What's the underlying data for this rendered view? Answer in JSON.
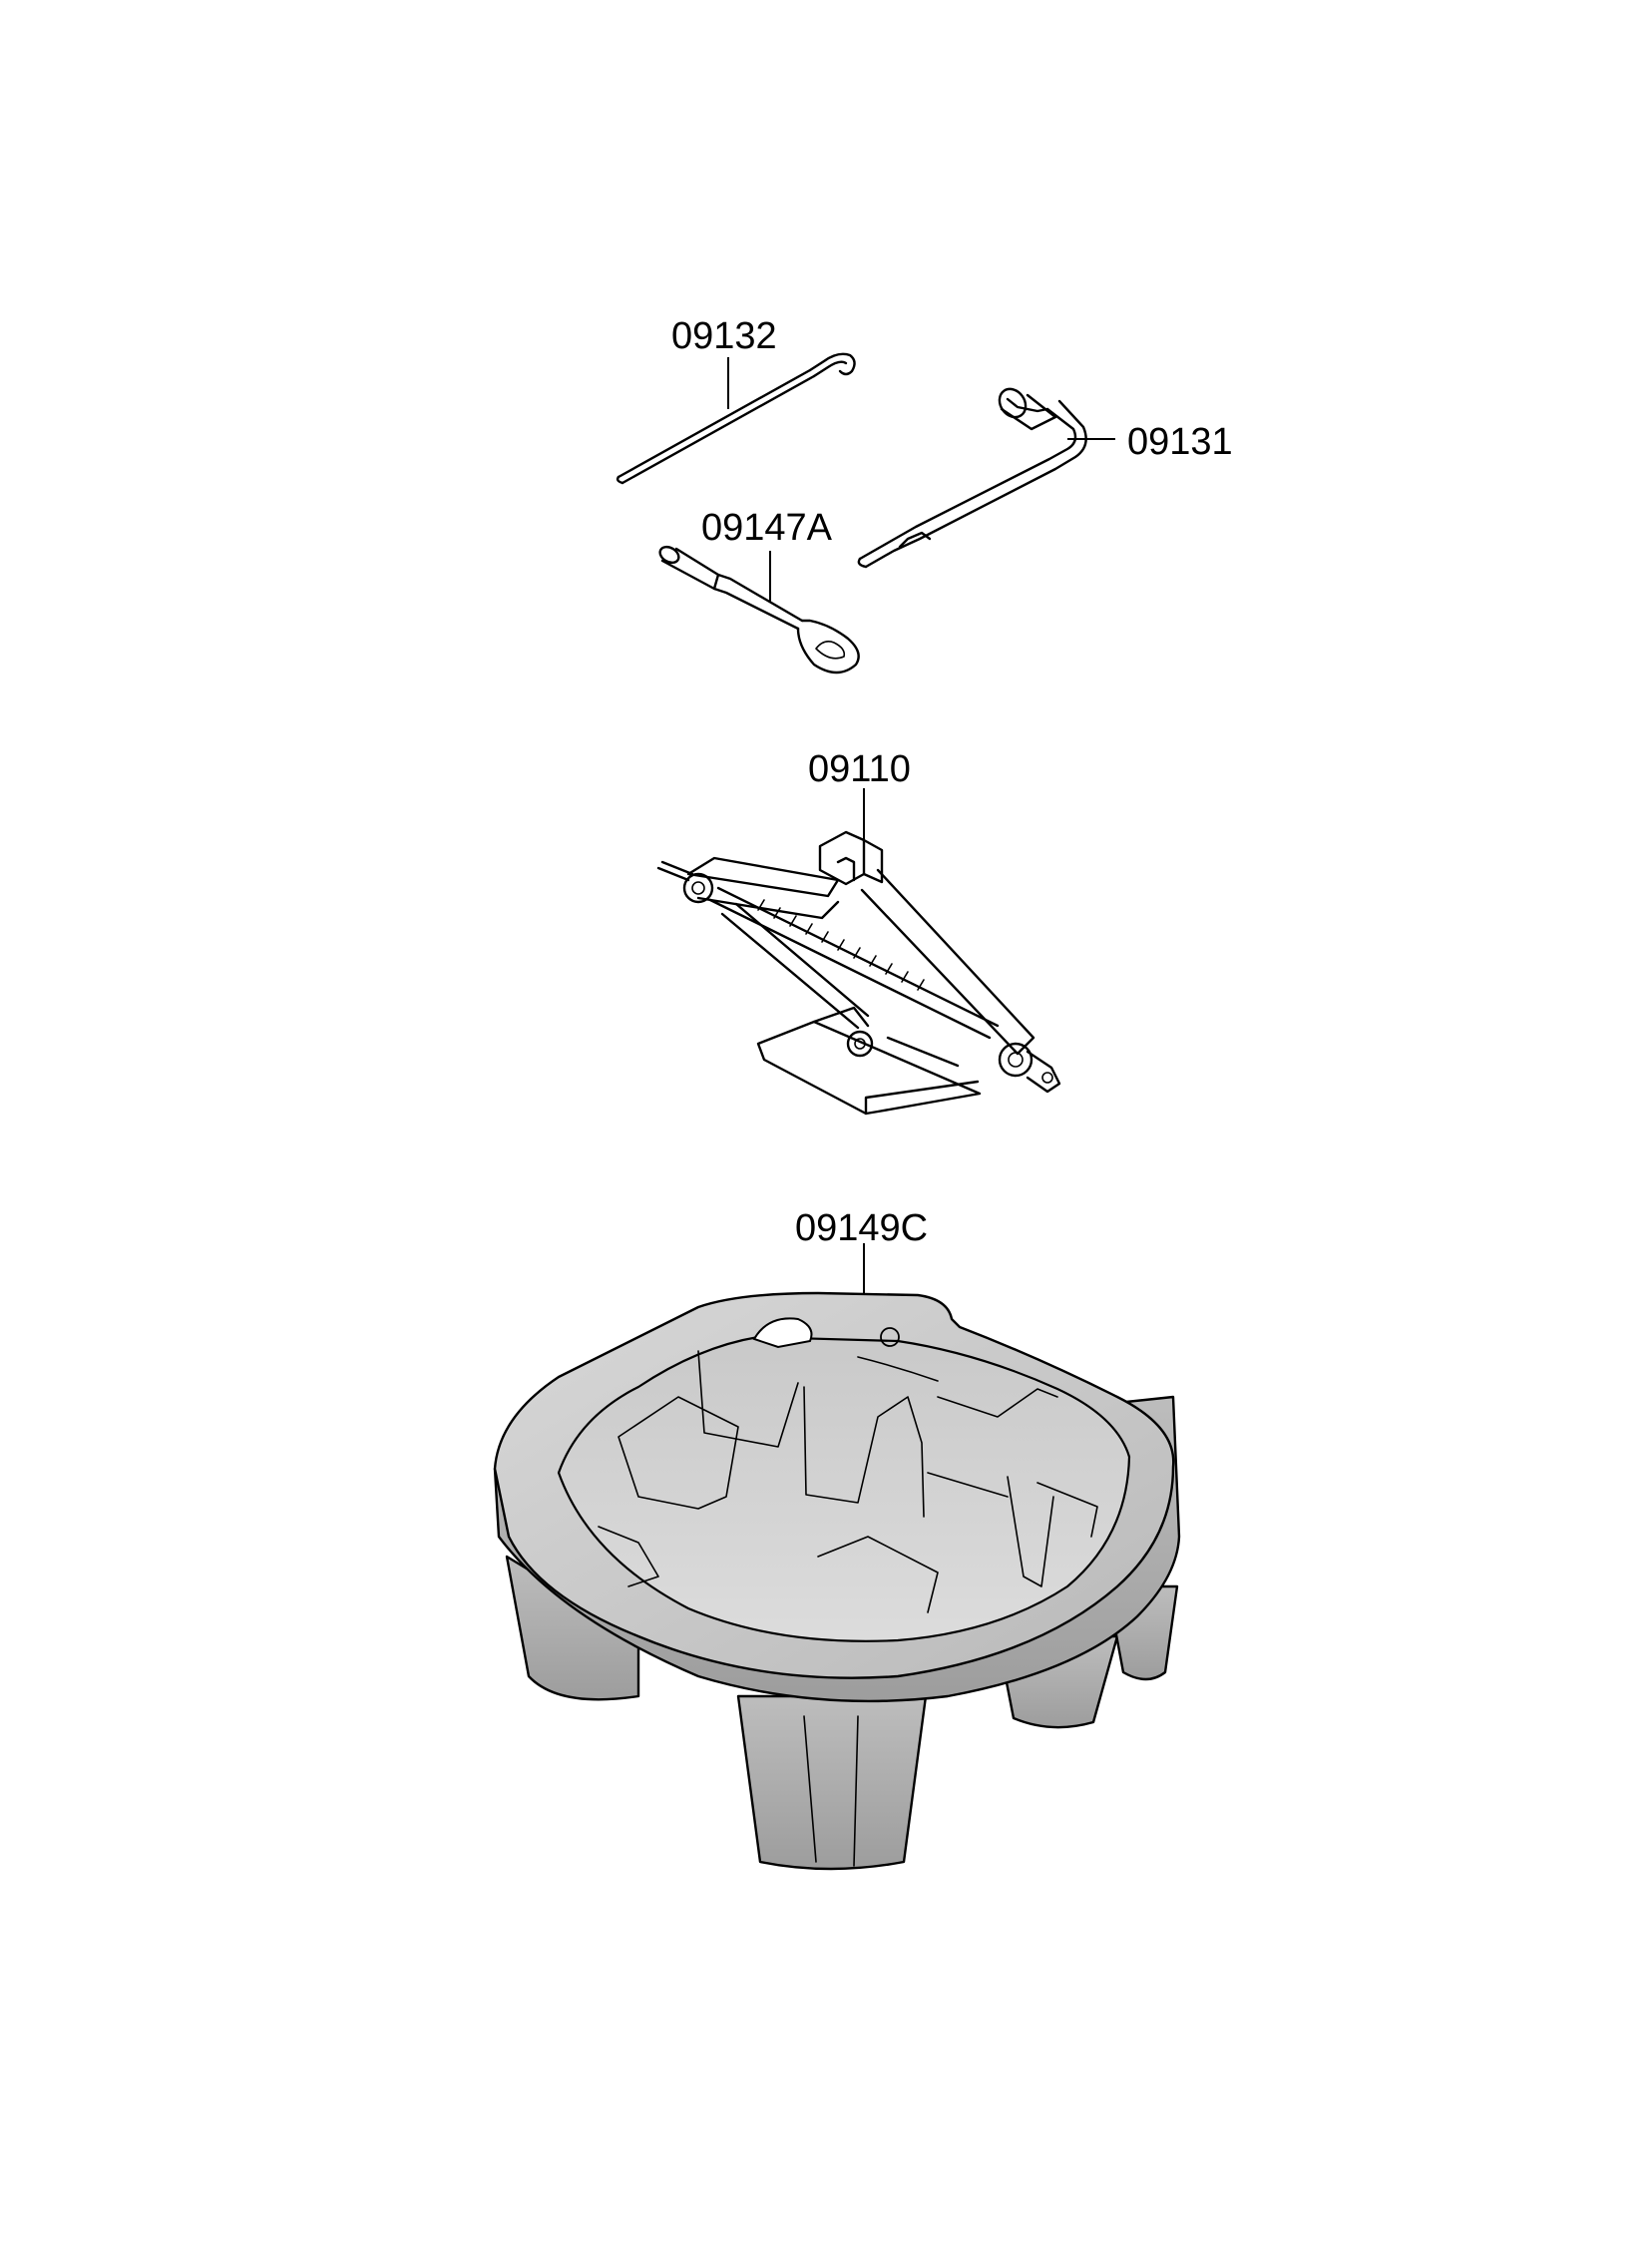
{
  "parts": [
    {
      "key": "extension_bar",
      "label": "09132"
    },
    {
      "key": "wheel_wrench",
      "label": "09131"
    },
    {
      "key": "jack_handle",
      "label": "09147A"
    },
    {
      "key": "jack",
      "label": "09110"
    },
    {
      "key": "tool_tray",
      "label": "09149C"
    }
  ]
}
